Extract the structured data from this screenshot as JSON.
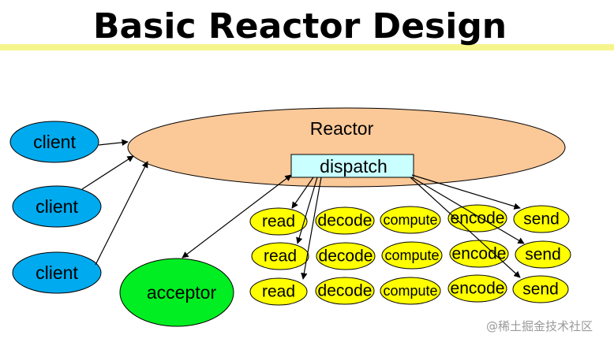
{
  "title": "Basic Reactor Design",
  "reactor": {
    "label": "Reactor",
    "fill": "#fbc898"
  },
  "dispatch": {
    "label": "dispatch",
    "fill": "#c9ffff"
  },
  "clients": [
    "client",
    "client",
    "client"
  ],
  "client_fill": "#00aaee",
  "acceptor": {
    "label": "acceptor",
    "fill": "#00ee22"
  },
  "handler_fill": "#ffff00",
  "handlers": [
    [
      "read",
      "decode",
      "compute",
      "encode",
      "send"
    ],
    [
      "read",
      "decode",
      "compute",
      "encode",
      "send"
    ],
    [
      "read",
      "decode",
      "compute",
      "encode",
      "send"
    ]
  ],
  "title_band_color": "#f5f58c",
  "watermark": "@稀土掘金技术社区"
}
